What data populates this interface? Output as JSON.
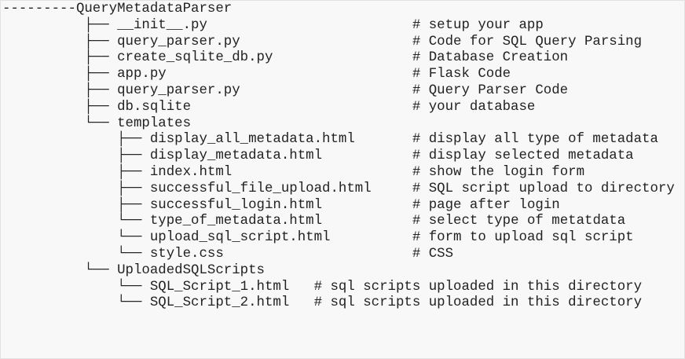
{
  "colors": {
    "background": "#f8f8f8",
    "text": "#222222",
    "border": "#e2e2e2"
  },
  "tree": {
    "lines": [
      {
        "indent": "---------",
        "name": "QueryMetadataParser",
        "pad": "",
        "comment": ""
      },
      {
        "indent": "          ├── ",
        "name": "__init__.py",
        "pad": "                         ",
        "comment": "# setup your app"
      },
      {
        "indent": "          ├── ",
        "name": "query_parser.py",
        "pad": "                     ",
        "comment": "# Code for SQL Query Parsing"
      },
      {
        "indent": "          ├── ",
        "name": "create_sqlite_db.py",
        "pad": "                 ",
        "comment": "# Database Creation"
      },
      {
        "indent": "          ├── ",
        "name": "app.py",
        "pad": "                              ",
        "comment": "# Flask Code"
      },
      {
        "indent": "          ├── ",
        "name": "query_parser.py",
        "pad": "                     ",
        "comment": "# Query Parser Code"
      },
      {
        "indent": "          ├── ",
        "name": "db.sqlite",
        "pad": "                           ",
        "comment": "# your database"
      },
      {
        "indent": "          └── ",
        "name": "templates",
        "pad": "",
        "comment": ""
      },
      {
        "indent": "              ├── ",
        "name": "display_all_metadata.html",
        "pad": "       ",
        "comment": "# display all type of metadata"
      },
      {
        "indent": "              ├── ",
        "name": "display_metadata.html",
        "pad": "           ",
        "comment": "# display selected metadata"
      },
      {
        "indent": "              ├── ",
        "name": "index.html",
        "pad": "                      ",
        "comment": "# show the login form"
      },
      {
        "indent": "              ├── ",
        "name": "successful_file_upload.html",
        "pad": "     ",
        "comment": "# SQL script upload to directory"
      },
      {
        "indent": "              ├── ",
        "name": "successful_login.html",
        "pad": "           ",
        "comment": "# page after login"
      },
      {
        "indent": "              └── ",
        "name": "type_of_metadata.html",
        "pad": "           ",
        "comment": "# select type of metatdata"
      },
      {
        "indent": "              └── ",
        "name": "upload_sql_script.html",
        "pad": "          ",
        "comment": "# form to upload sql script"
      },
      {
        "indent": "              └── ",
        "name": "style.css",
        "pad": "                       ",
        "comment": "# CSS"
      },
      {
        "indent": "          └── ",
        "name": "UploadedSQLScripts",
        "pad": "",
        "comment": ""
      },
      {
        "indent": "              └── ",
        "name": "SQL_Script_1.html",
        "pad": "   ",
        "comment": "# sql scripts uploaded in this directory"
      },
      {
        "indent": "              └── ",
        "name": "SQL_Script_2.html",
        "pad": "   ",
        "comment": "# sql scripts uploaded in this directory"
      }
    ]
  }
}
